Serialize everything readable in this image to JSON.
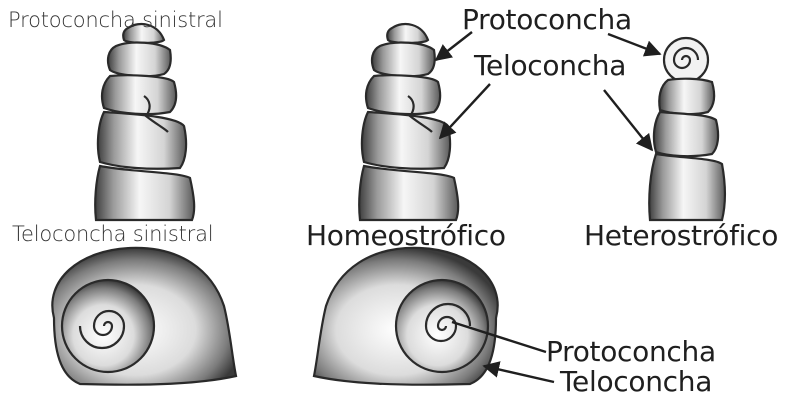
{
  "labels": {
    "protoconcha_sinistral": "Protoconcha sinistral",
    "teloconcha_sinistral": "Teloconcha sinistral",
    "protoconcha_top": "Protoconcha",
    "teloconcha_top": "Teloconcha",
    "homeostrofico": "Homeostrófico",
    "heterostrofico": "Heterostrófico",
    "protoconcha_bottom": "Protoconcha",
    "teloconcha_bottom": "Teloconcha"
  },
  "colors": {
    "ink": "#1f1f1f",
    "shell_light": "#f4f4f4",
    "shell_mid": "#b8b8b8",
    "shell_dark": "#4a4a4a"
  }
}
